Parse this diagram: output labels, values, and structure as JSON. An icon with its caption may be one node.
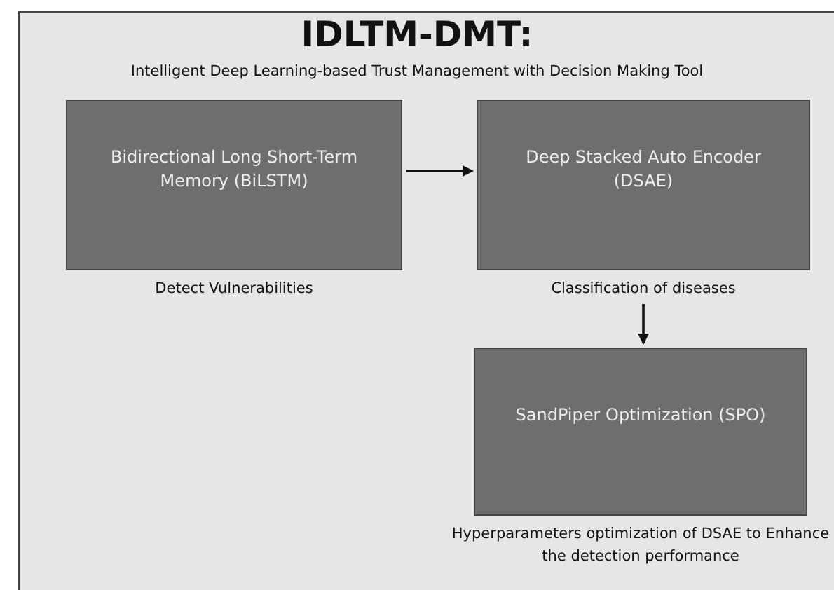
{
  "diagram": {
    "title": "IDLTM-DMT:",
    "nodes": [
      {
        "text": [
          "Bidirectional Long Short-Term Memory (BiLSTM)"
        ],
        "beside": [
          "Detect Vulnerabilities"
        ]
      },
      {
        "text": [
          "Deep Stacked Auto Encoder (DSAE)"
        ],
        "beside": [
          "Classification of diseases"
        ]
      },
      {
        "text": [
          "SandPiper Optimization (SPO)"
        ],
        "beside": [
          "Hyperparameters optimization of DSAE to Enhance the detection performance"
        ]
      }
    ],
    "edges": [
      {
        "from": 0,
        "to": 1,
        "arrow": "to"
      },
      {
        "from": 1,
        "to": 2,
        "arrow": "to"
      }
    ],
    "labels": [
      "Intelligent Deep Learning-based Trust Management with Decision Making Tool"
    ]
  }
}
